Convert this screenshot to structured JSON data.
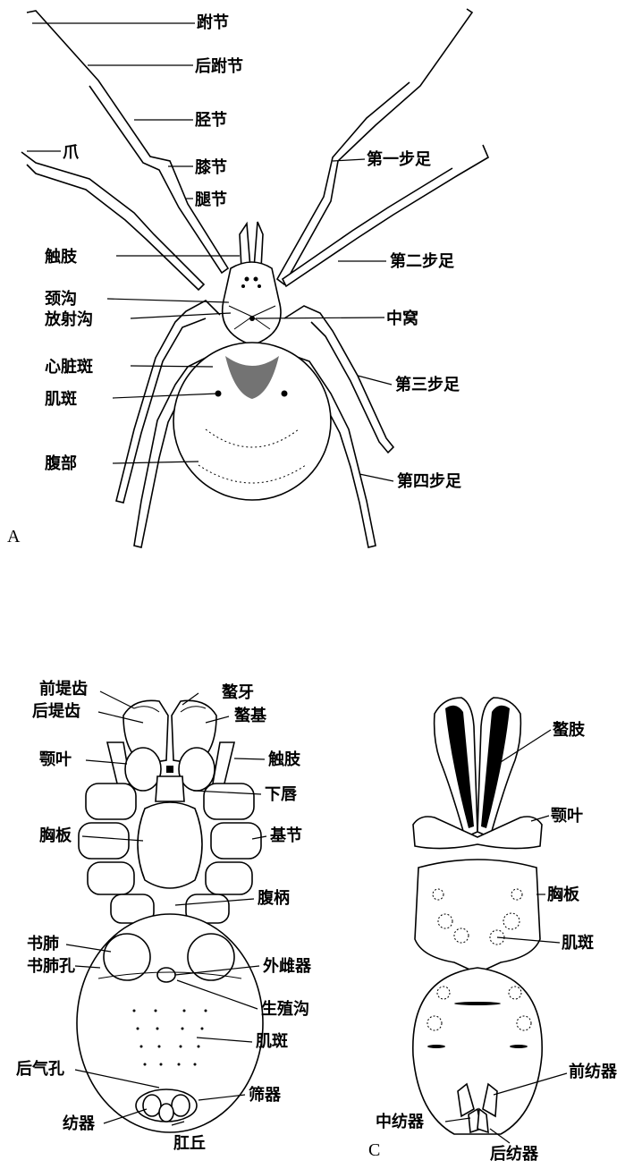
{
  "panels": [
    "A",
    "C"
  ],
  "figure_a_labels": {
    "tarsus": "跗节",
    "metatarsus": "后跗节",
    "tibia": "胫节",
    "claw": "爪",
    "patella": "膝节",
    "femur": "腿节",
    "pedipalp": "触肢",
    "cervical_groove": "颈沟",
    "radial_groove": "放射沟",
    "heart_mark": "心脏斑",
    "muscle_spot": "肌斑",
    "abdomen": "腹部",
    "leg1": "第一步足",
    "leg2": "第二步足",
    "fovea": "中窝",
    "leg3": "第三步足",
    "leg4": "第四步足"
  },
  "figure_b_labels": {
    "promargin_teeth": "前堤齿",
    "retromargin_teeth": "后堤齿",
    "endite": "颚叶",
    "sternum": "胸板",
    "book_lung": "书肺",
    "book_lung_slit": "书肺孔",
    "posterior_spiracle": "后气孔",
    "spinnerets": "纺器",
    "fang": "螯牙",
    "chelicera_base": "螯基",
    "pedipalp": "触肢",
    "labium": "下唇",
    "coxa": "基节",
    "pedicel": "腹柄",
    "epigynum": "外雌器",
    "epigastric_furrow": "生殖沟",
    "muscle_spot": "肌斑",
    "cribellum": "筛器",
    "anal_tubercle": "肛丘"
  },
  "figure_c_labels": {
    "chelicera": "螯肢",
    "endite": "颚叶",
    "sternum": "胸板",
    "muscle_spot": "肌斑",
    "anterior_spinnerets": "前纺器",
    "median_spinnerets": "中纺器",
    "posterior_spinnerets": "后纺器"
  }
}
